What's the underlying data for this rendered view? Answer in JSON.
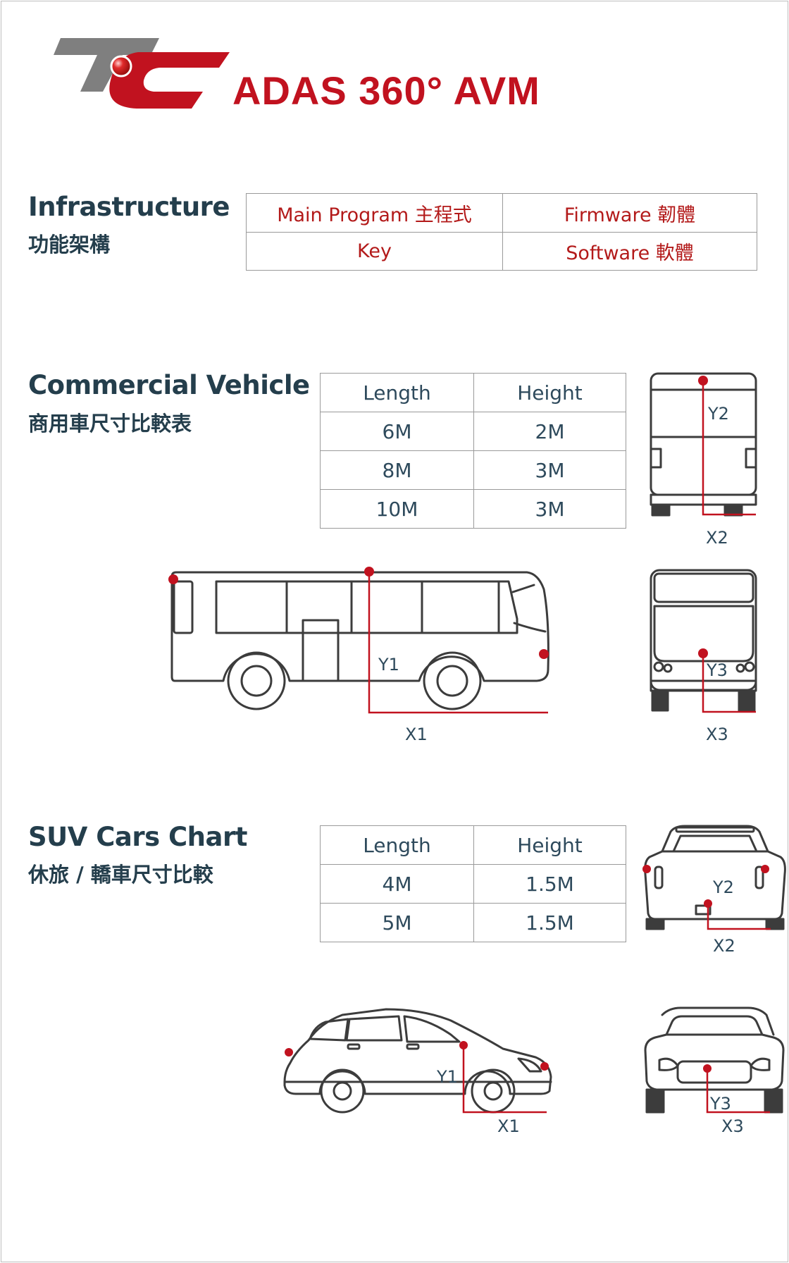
{
  "header": {
    "logo_text": "TC",
    "title": "ADAS 360° AVM"
  },
  "infrastructure": {
    "title": "Infrastructure",
    "subtitle": "功能架構",
    "cells": [
      [
        "Main Program 主程式",
        "Firmware  韌體"
      ],
      [
        "Key",
        "Software  軟體"
      ]
    ]
  },
  "commercial": {
    "title": "Commercial Vehicle",
    "subtitle": "商用車尺寸比較表",
    "headers": [
      "Length",
      "Height"
    ],
    "rows": [
      [
        "6M",
        "2M"
      ],
      [
        "8M",
        "3M"
      ],
      [
        "10M",
        "3M"
      ]
    ],
    "labels": {
      "y1": "Y1",
      "x1": "X1",
      "y2": "Y2",
      "x2": "X2",
      "y3": "Y3",
      "x3": "X3"
    }
  },
  "suv": {
    "title": "SUV Cars Chart",
    "subtitle": "休旅 / 轎車尺寸比較",
    "headers": [
      "Length",
      "Height"
    ],
    "rows": [
      [
        "4M",
        "1.5M"
      ],
      [
        "5M",
        "1.5M"
      ]
    ],
    "labels": {
      "y1": "Y1",
      "x1": "X1",
      "y2": "Y2",
      "x2": "X2",
      "y3": "Y3",
      "x3": "X3"
    }
  },
  "colors": {
    "accent_red": "#c1121f",
    "heading_navy": "#243e4c",
    "logo_gray": "#7f7f7f"
  }
}
